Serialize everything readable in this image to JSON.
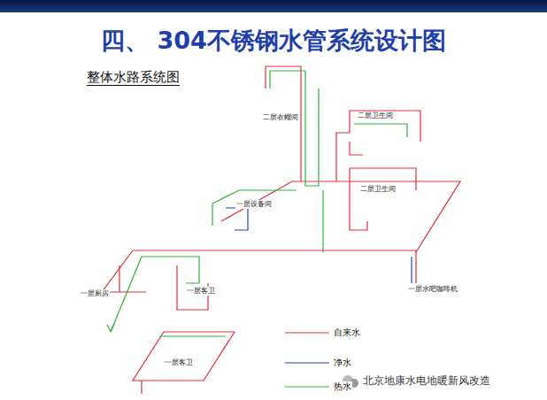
{
  "diagram": {
    "title": "四、 304不锈钢水管系统设计图",
    "labels": [
      "整体水路系统图",
      "二层衣帽间",
      "二层卫生间",
      "二层卫生间",
      "一层设备间",
      "一层厨房",
      "一层客卫",
      "一层客卫",
      "一层水吧咖啡机",
      "北京地康水电地暖新风改造"
    ],
    "legend": [
      {
        "text": "自来水"
      },
      {
        "text": "净水"
      },
      {
        "text": "热水"
      }
    ]
  }
}
